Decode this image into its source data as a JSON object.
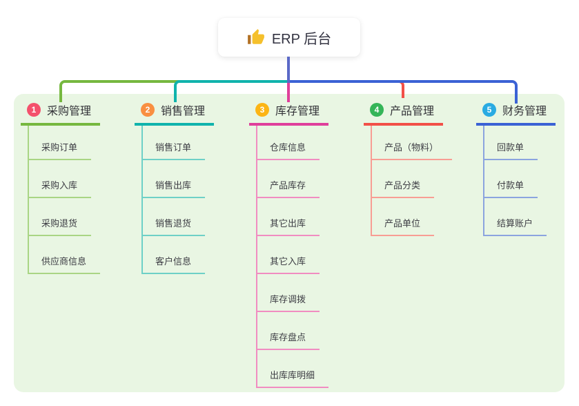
{
  "root": {
    "label": "ERP 后台",
    "icon": "thumbs-up-icon"
  },
  "colors": {
    "root_line": "#5b69c7",
    "panel_bg": "#e9f6e3",
    "card_bg": "#ffffff",
    "text": "#333338"
  },
  "branches": [
    {
      "index": "1",
      "label": "采购管理",
      "color": "#76b83f",
      "child_color": "#a9d584",
      "badge_color": "#f4516c",
      "children": [
        "采购订单",
        "采购入库",
        "采购退货",
        "供应商信息"
      ]
    },
    {
      "index": "2",
      "label": "销售管理",
      "color": "#10b3ac",
      "child_color": "#6ed0c7",
      "badge_color": "#f98f41",
      "children": [
        "销售订单",
        "销售出库",
        "销售退货",
        "客户信息"
      ]
    },
    {
      "index": "3",
      "label": "库存管理",
      "color": "#df3f9b",
      "child_color": "#f18cc1",
      "badge_color": "#fcb515",
      "children": [
        "仓库信息",
        "产品库存",
        "其它出库",
        "其它入库",
        "库存调拨",
        "库存盘点",
        "出库库明细"
      ]
    },
    {
      "index": "4",
      "label": "产品管理",
      "color": "#f25048",
      "child_color": "#f89d94",
      "badge_color": "#35b558",
      "children": [
        "产品（物料）",
        "产品分类",
        "产品单位"
      ]
    },
    {
      "index": "5",
      "label": "财务管理",
      "color": "#3b62d5",
      "child_color": "#8ba4df",
      "badge_color": "#2aabe2",
      "children": [
        "回款单",
        "付款单",
        "结算账户"
      ]
    }
  ]
}
